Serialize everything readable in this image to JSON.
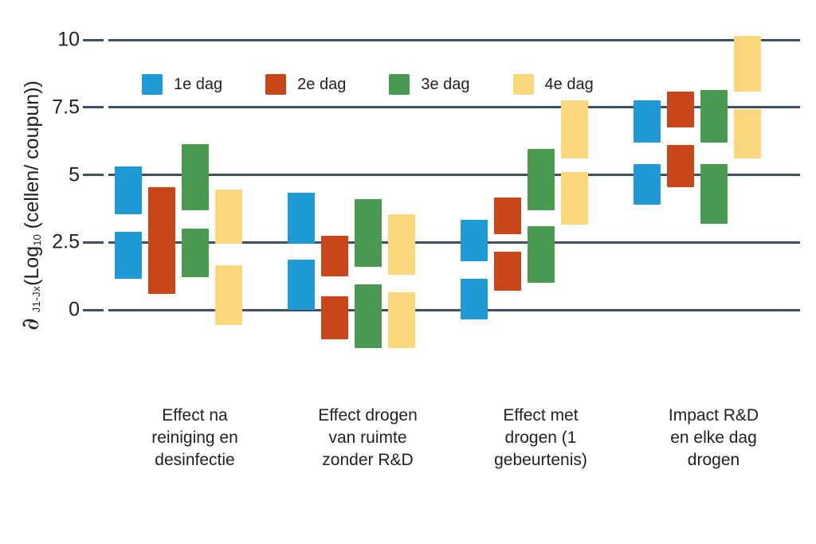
{
  "chart_data": {
    "type": "bar",
    "title": "",
    "xlabel": "",
    "ylabel_parts": {
      "symbol": "∂",
      "subscript": "J1-Jx",
      "rest_open": "(Log",
      "log_sub": "10",
      "rest_close": " (cellen/ coupun))"
    },
    "ylabel": "∂ J1-Jx (Log10 (cellen/ coupun))",
    "ylim": [
      -1.6,
      10.4
    ],
    "yticks": [
      0,
      2.5,
      5,
      7.5,
      10
    ],
    "ytick_labels": [
      "0",
      "2.5",
      "5",
      "7.5",
      "10"
    ],
    "grid": true,
    "legend_position": "top-left",
    "series_names": [
      "1e dag",
      "2e dag",
      "3e dag",
      "4e dag"
    ],
    "series_colors": [
      "#1E9AD6",
      "#C8461A",
      "#4A9A52",
      "#FBD77C"
    ],
    "categories": [
      "Effect na reiniging en desinfectie",
      "Effect drogen van ruimte zonder R&D",
      "Effect met drogen (1 gebeurtenis)",
      "Impact R&D en elke dag drogen"
    ],
    "category_lines": [
      [
        "Effect na",
        "reiniging en",
        "desinfectie"
      ],
      [
        "Effect drogen",
        "van ruimte",
        "zonder R&D"
      ],
      [
        "Effect met",
        "drogen (1",
        "gebeurtenis)"
      ],
      [
        "Impact R&D",
        "en elke dag",
        "drogen"
      ]
    ],
    "note": "Each series in each category is drawn as two stacked floating range bars (upper range and lower range), values in log10 units.",
    "bars": [
      {
        "category": 0,
        "series": 0,
        "segment": "upper",
        "top": 5.3,
        "bottom": 3.55
      },
      {
        "category": 0,
        "series": 0,
        "segment": "lower",
        "top": 2.9,
        "bottom": 1.15
      },
      {
        "category": 0,
        "series": 1,
        "segment": "upper",
        "top": 4.55,
        "bottom": 2.35
      },
      {
        "category": 0,
        "series": 1,
        "segment": "lower",
        "top": 2.35,
        "bottom": 0.6
      },
      {
        "category": 0,
        "series": 2,
        "segment": "upper",
        "top": 6.15,
        "bottom": 3.7
      },
      {
        "category": 0,
        "series": 2,
        "segment": "lower",
        "top": 3.0,
        "bottom": 1.2
      },
      {
        "category": 0,
        "series": 3,
        "segment": "upper",
        "top": 4.45,
        "bottom": 2.45
      },
      {
        "category": 0,
        "series": 3,
        "segment": "lower",
        "top": 1.65,
        "bottom": -0.55
      },
      {
        "category": 1,
        "series": 0,
        "segment": "upper",
        "top": 4.35,
        "bottom": 2.45
      },
      {
        "category": 1,
        "series": 0,
        "segment": "lower",
        "top": 1.85,
        "bottom": 0.0
      },
      {
        "category": 1,
        "series": 1,
        "segment": "upper",
        "top": 2.75,
        "bottom": 1.25
      },
      {
        "category": 1,
        "series": 1,
        "segment": "lower",
        "top": 0.5,
        "bottom": -1.1
      },
      {
        "category": 1,
        "series": 2,
        "segment": "upper",
        "top": 4.1,
        "bottom": 1.6
      },
      {
        "category": 1,
        "series": 2,
        "segment": "lower",
        "top": 0.95,
        "bottom": -1.4
      },
      {
        "category": 1,
        "series": 3,
        "segment": "upper",
        "top": 3.55,
        "bottom": 1.3
      },
      {
        "category": 1,
        "series": 3,
        "segment": "lower",
        "top": 0.65,
        "bottom": -1.4
      },
      {
        "category": 2,
        "series": 0,
        "segment": "upper",
        "top": 3.35,
        "bottom": 1.8
      },
      {
        "category": 2,
        "series": 0,
        "segment": "lower",
        "top": 1.15,
        "bottom": -0.35
      },
      {
        "category": 2,
        "series": 1,
        "segment": "upper",
        "top": 4.15,
        "bottom": 2.8
      },
      {
        "category": 2,
        "series": 1,
        "segment": "lower",
        "top": 2.15,
        "bottom": 0.7
      },
      {
        "category": 2,
        "series": 2,
        "segment": "upper",
        "top": 5.95,
        "bottom": 3.7
      },
      {
        "category": 2,
        "series": 2,
        "segment": "lower",
        "top": 3.1,
        "bottom": 1.0
      },
      {
        "category": 2,
        "series": 3,
        "segment": "upper",
        "top": 7.75,
        "bottom": 5.6
      },
      {
        "category": 2,
        "series": 3,
        "segment": "lower",
        "top": 5.1,
        "bottom": 3.15
      },
      {
        "category": 3,
        "series": 0,
        "segment": "upper",
        "top": 7.75,
        "bottom": 6.2
      },
      {
        "category": 3,
        "series": 0,
        "segment": "lower",
        "top": 5.4,
        "bottom": 3.9
      },
      {
        "category": 3,
        "series": 1,
        "segment": "upper",
        "top": 8.1,
        "bottom": 6.75
      },
      {
        "category": 3,
        "series": 1,
        "segment": "lower",
        "top": 6.1,
        "bottom": 4.55
      },
      {
        "category": 3,
        "series": 2,
        "segment": "upper",
        "top": 8.15,
        "bottom": 6.2
      },
      {
        "category": 3,
        "series": 2,
        "segment": "lower",
        "top": 5.4,
        "bottom": 3.2
      },
      {
        "category": 3,
        "series": 3,
        "segment": "upper",
        "top": 10.15,
        "bottom": 8.1
      },
      {
        "category": 3,
        "series": 3,
        "segment": "lower",
        "top": 7.45,
        "bottom": 5.6
      }
    ]
  },
  "legend": {
    "items": [
      {
        "label": "1e dag",
        "color": "#1E9AD6"
      },
      {
        "label": "2e dag",
        "color": "#C8461A"
      },
      {
        "label": "3e dag",
        "color": "#4A9A52"
      },
      {
        "label": "4e dag",
        "color": "#FBD77C"
      }
    ]
  },
  "axis": {
    "ytick_labels": [
      "10",
      "7.5",
      "5",
      "2.5",
      "0"
    ],
    "ytick_values": [
      10,
      7.5,
      5,
      2.5,
      0
    ]
  },
  "colors": {
    "background": "#FFFFFF",
    "gridline": "#3F5060",
    "text": "#231F20",
    "series_1e": "#1E9AD6",
    "series_2e": "#C8461A",
    "series_3e": "#4A9A52",
    "series_4e": "#FBD77C"
  }
}
